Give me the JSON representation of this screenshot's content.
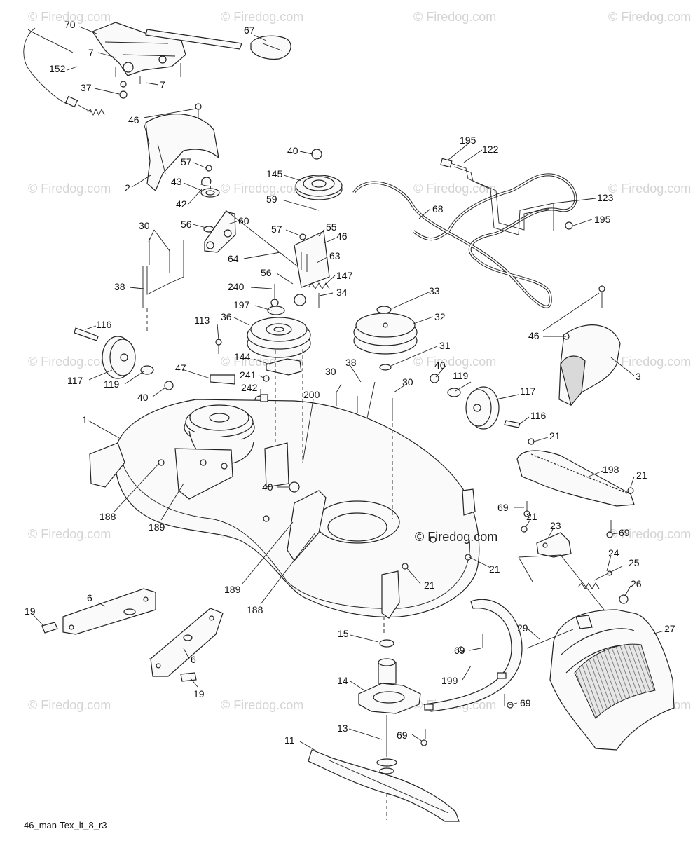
{
  "watermark": {
    "text": "© Firedog.com",
    "center_text": "© Firedog.com"
  },
  "drawing_ref": "46_man-Tex_lt_8_r3",
  "callouts": [
    {
      "id": "c70a",
      "text": "70"
    },
    {
      "id": "c67",
      "text": "67"
    },
    {
      "id": "c7a",
      "text": "7"
    },
    {
      "id": "c152",
      "text": "152"
    },
    {
      "id": "c7b",
      "text": "7"
    },
    {
      "id": "c37",
      "text": "37"
    },
    {
      "id": "c46a",
      "text": "46"
    },
    {
      "id": "c57a",
      "text": "57"
    },
    {
      "id": "c43",
      "text": "43"
    },
    {
      "id": "c42",
      "text": "42"
    },
    {
      "id": "c2",
      "text": "2"
    },
    {
      "id": "c60",
      "text": "60"
    },
    {
      "id": "c56a",
      "text": "56"
    },
    {
      "id": "c30a",
      "text": "30"
    },
    {
      "id": "c40a",
      "text": "40"
    },
    {
      "id": "c145",
      "text": "145"
    },
    {
      "id": "c59",
      "text": "59"
    },
    {
      "id": "c57b",
      "text": "57"
    },
    {
      "id": "c55",
      "text": "55"
    },
    {
      "id": "c46b",
      "text": "46"
    },
    {
      "id": "c64",
      "text": "64"
    },
    {
      "id": "c63",
      "text": "63"
    },
    {
      "id": "c56b",
      "text": "56"
    },
    {
      "id": "c147",
      "text": "147"
    },
    {
      "id": "c38a",
      "text": "38"
    },
    {
      "id": "c240",
      "text": "240"
    },
    {
      "id": "c34",
      "text": "34"
    },
    {
      "id": "c197",
      "text": "197"
    },
    {
      "id": "c36",
      "text": "36"
    },
    {
      "id": "c195a",
      "text": "195"
    },
    {
      "id": "c122",
      "text": "122"
    },
    {
      "id": "c68",
      "text": "68"
    },
    {
      "id": "c123",
      "text": "123"
    },
    {
      "id": "c195b",
      "text": "195"
    },
    {
      "id": "c33",
      "text": "33"
    },
    {
      "id": "c32",
      "text": "32"
    },
    {
      "id": "c31",
      "text": "31"
    },
    {
      "id": "c46c",
      "text": "46"
    },
    {
      "id": "c3",
      "text": "3"
    },
    {
      "id": "c116a",
      "text": "116"
    },
    {
      "id": "c113",
      "text": "113"
    },
    {
      "id": "c117a",
      "text": "117"
    },
    {
      "id": "c119a",
      "text": "119"
    },
    {
      "id": "c40b",
      "text": "40"
    },
    {
      "id": "c47",
      "text": "47"
    },
    {
      "id": "c144",
      "text": "144"
    },
    {
      "id": "c241",
      "text": "241"
    },
    {
      "id": "c242",
      "text": "242"
    },
    {
      "id": "c30b",
      "text": "30"
    },
    {
      "id": "c38b",
      "text": "38"
    },
    {
      "id": "c40c",
      "text": "40"
    },
    {
      "id": "c200",
      "text": "200"
    },
    {
      "id": "c30c",
      "text": "30"
    },
    {
      "id": "c119b",
      "text": "119"
    },
    {
      "id": "c117b",
      "text": "117"
    },
    {
      "id": "c116b",
      "text": "116"
    },
    {
      "id": "c1",
      "text": "1"
    },
    {
      "id": "c21a",
      "text": "21"
    },
    {
      "id": "c198",
      "text": "198"
    },
    {
      "id": "c21b",
      "text": "21"
    },
    {
      "id": "c188a",
      "text": "188"
    },
    {
      "id": "c189a",
      "text": "189"
    },
    {
      "id": "c40d",
      "text": "40"
    },
    {
      "id": "c69a",
      "text": "69"
    },
    {
      "id": "c21c",
      "text": "21"
    },
    {
      "id": "c23",
      "text": "23"
    },
    {
      "id": "c69b",
      "text": "69"
    },
    {
      "id": "c24",
      "text": "24"
    },
    {
      "id": "c25",
      "text": "25"
    },
    {
      "id": "c21d",
      "text": "21"
    },
    {
      "id": "c21e",
      "text": "21"
    },
    {
      "id": "c26",
      "text": "26"
    },
    {
      "id": "c189b",
      "text": "189"
    },
    {
      "id": "c188b",
      "text": "188"
    },
    {
      "id": "c6a",
      "text": "6"
    },
    {
      "id": "c19a",
      "text": "19"
    },
    {
      "id": "c15",
      "text": "15"
    },
    {
      "id": "c29",
      "text": "29"
    },
    {
      "id": "c27",
      "text": "27"
    },
    {
      "id": "c69c",
      "text": "69"
    },
    {
      "id": "c6b",
      "text": "6"
    },
    {
      "id": "c14",
      "text": "14"
    },
    {
      "id": "c199",
      "text": "199"
    },
    {
      "id": "c69d",
      "text": "69"
    },
    {
      "id": "c19b",
      "text": "19"
    },
    {
      "id": "c13",
      "text": "13"
    },
    {
      "id": "c69e",
      "text": "69"
    },
    {
      "id": "c11",
      "text": "11"
    }
  ]
}
